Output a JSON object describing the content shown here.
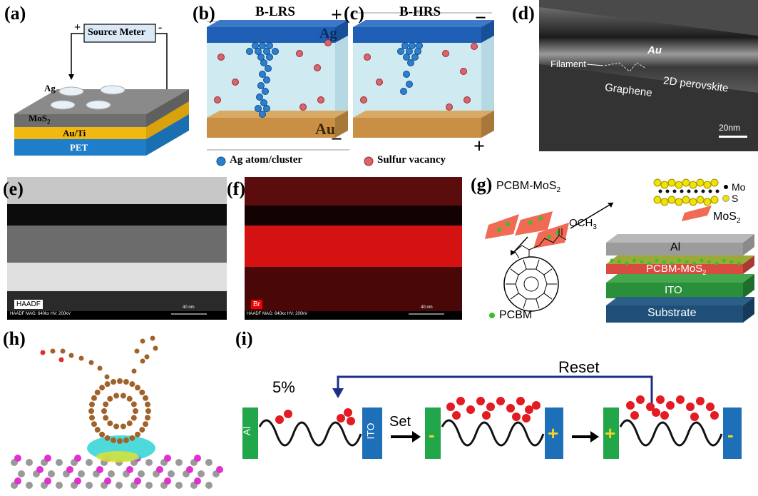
{
  "labels": {
    "a": "(a)",
    "b": "(b)",
    "c": "(c)",
    "d": "(d)",
    "e": "(e)",
    "f": "(f)",
    "g": "(g)",
    "h": "(h)",
    "i": "(i)"
  },
  "panel_a": {
    "source_meter": "Source Meter",
    "plus": "+",
    "minus": "-",
    "ag": "Ag",
    "mos2": "MoS",
    "mos2_sub": "2",
    "auti": "Au/Ti",
    "pet": "PET"
  },
  "panel_b": {
    "title": "B-LRS",
    "ag": "Ag",
    "au": "Au",
    "sign_top": "+",
    "sign_bottom": "−"
  },
  "panel_c": {
    "title": "B-HRS",
    "sign_top": "−",
    "sign_bottom": "+"
  },
  "legend_bc": {
    "atom": "Ag atom/cluster",
    "vacancy": "Sulfur vacancy"
  },
  "panel_d": {
    "au": "Au",
    "filament": "Filament",
    "perovskite": "2D perovskite",
    "graphene": "Graphene",
    "scale": "20nm"
  },
  "panel_e": {
    "tag": "HAADF",
    "info": "HAADF  MAG: 640kx  HV: 200kV",
    "scale": "40 nm"
  },
  "panel_f": {
    "tag": "Br",
    "info": "HAADF  MAG: 640kx  HV: 200kV",
    "scale": "40 nm"
  },
  "panel_g": {
    "pcbm_mos2": "PCBM-MoS",
    "sub2": "2",
    "mo": "Mo",
    "s": "S",
    "mos2": "MoS",
    "ome": "OCH",
    "sub3": "3",
    "pcbm": "PCBM",
    "al": "Al",
    "layer": "PCBM-MoS",
    "ito": "ITO",
    "substrate": "Substrate"
  },
  "panel_i": {
    "reset": "Reset",
    "percent": "5%",
    "al": "Al",
    "ito": "ITO",
    "set": "Set",
    "minus": "-",
    "plus": "+"
  }
}
